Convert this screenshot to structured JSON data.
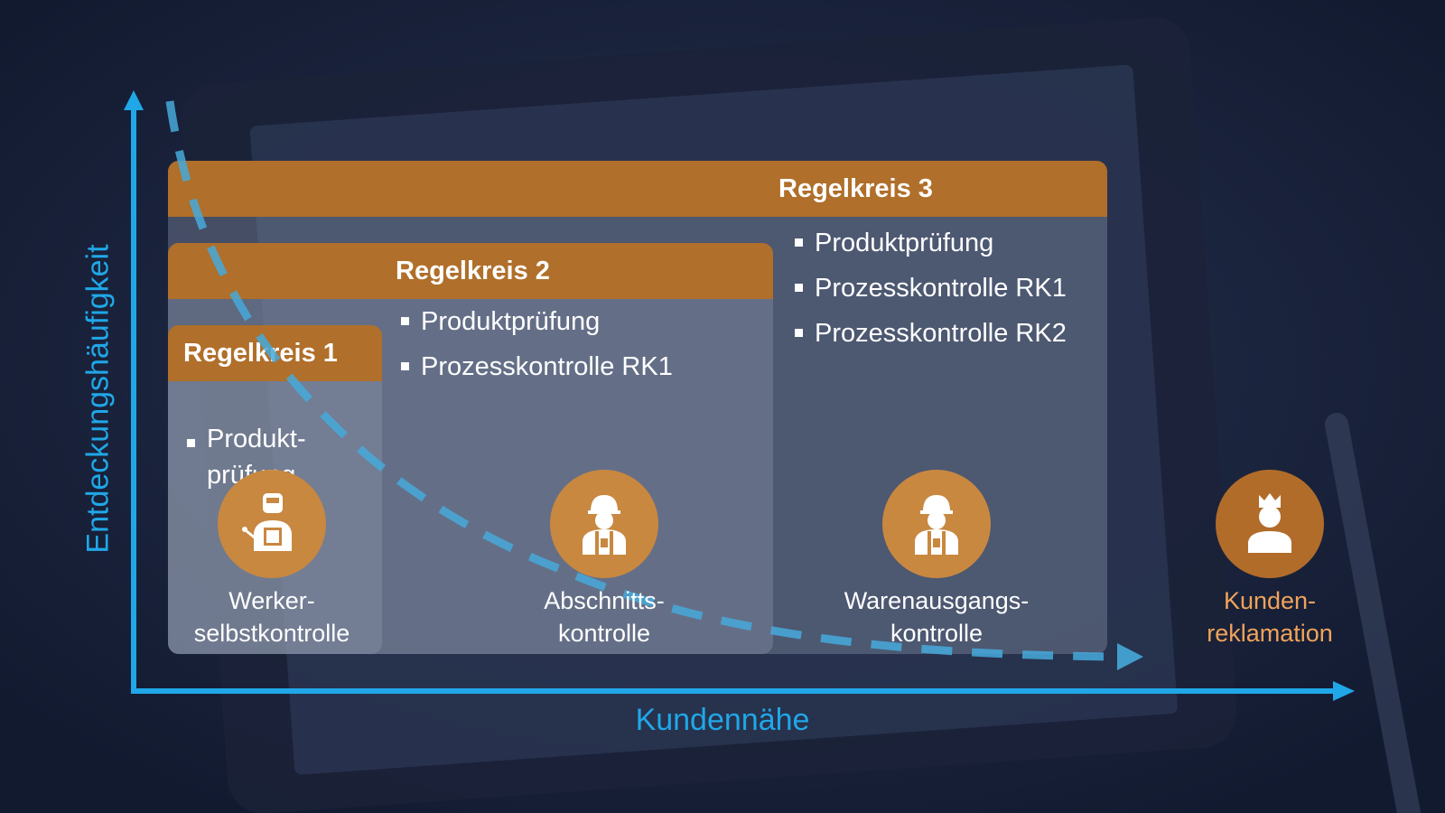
{
  "axes": {
    "y_label": "Entdeckungshäufigkeit",
    "x_label": "Kundennähe"
  },
  "loops": [
    {
      "title": "Regelkreis 1",
      "items": [
        "Produkt-\nprüfung"
      ]
    },
    {
      "title": "Regelkreis 2",
      "items": [
        "Produktprüfung",
        "Prozesskontrolle RK1"
      ]
    },
    {
      "title": "Regelkreis 3",
      "items": [
        "Produktprüfung",
        "Prozesskontrolle RK1",
        "Prozesskontrolle RK2"
      ]
    }
  ],
  "stages": [
    {
      "icon": "welder-icon",
      "label": "Werker-\nselbstkontrolle"
    },
    {
      "icon": "worker-helmet-icon",
      "label": "Abschnitts-\nkontrolle"
    },
    {
      "icon": "worker-helmet-icon",
      "label": "Warenausgangs-\nkontrolle"
    },
    {
      "icon": "customer-crown-icon",
      "label": "Kunden-\nreklamation"
    }
  ],
  "colors": {
    "axis": "#20a7e8",
    "header": "#b06f2a",
    "icon_circle": "#c88840",
    "customer_text": "#f0a35a"
  }
}
